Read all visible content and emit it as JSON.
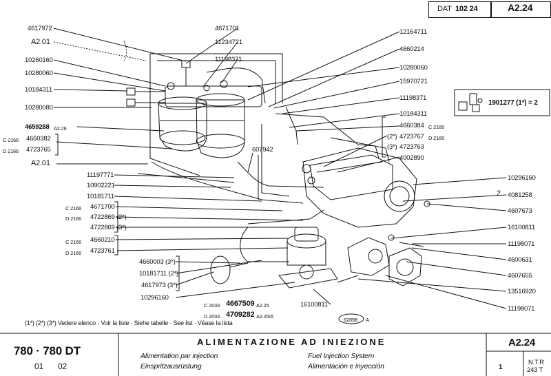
{
  "header": {
    "dat_label": "DAT",
    "dat_number": "102 24",
    "ref": "A2.24"
  },
  "callouts_left": [
    {
      "text": "4617972"
    },
    {
      "text": "A2.01"
    },
    {
      "text": "10260160"
    },
    {
      "text": "10280060"
    },
    {
      "text": "10184311"
    },
    {
      "text": "10280080"
    },
    {
      "text": "4659288",
      "suffix": "A2.26"
    },
    {
      "text": "4660382",
      "prefix": "C 2166"
    },
    {
      "text": "4723765",
      "prefix": "D 2166"
    },
    {
      "text": "A2.01"
    },
    {
      "text": "11197771"
    },
    {
      "text": "10902221"
    },
    {
      "text": "10181711"
    },
    {
      "text": "4671700",
      "prefix": "C 2166"
    },
    {
      "text": "4722869 (2*)",
      "prefix": "D 2166"
    },
    {
      "text": "4722869 (3*)"
    },
    {
      "text": "4660210",
      "prefix": "C 2166"
    },
    {
      "text": "4723761",
      "prefix": "D 2166"
    },
    {
      "text": "4660003 (3*)"
    },
    {
      "text": "10181711 (2*)"
    },
    {
      "text": "4617973 (3*)"
    },
    {
      "text": "10296160"
    }
  ],
  "callouts_top": [
    {
      "text": "4671701"
    },
    {
      "text": "11234721"
    },
    {
      "text": "11198371"
    }
  ],
  "callouts_right": [
    {
      "text": "12164711"
    },
    {
      "text": "4660214"
    },
    {
      "text": "10280060"
    },
    {
      "text": "15970721"
    },
    {
      "text": "11198371"
    },
    {
      "text": "10184311"
    },
    {
      "text": "4660384",
      "suffix": "C 2166"
    },
    {
      "text": "4723767",
      "prefix": "(2*)",
      "suffix": "D 2166"
    },
    {
      "text": "4723763",
      "prefix": "(3*)"
    },
    {
      "text": "4002890"
    },
    {
      "text": "10296160"
    },
    {
      "text": "4081258",
      "prefix": "2"
    },
    {
      "text": "4607673"
    },
    {
      "text": "16100811"
    },
    {
      "text": "11198071"
    },
    {
      "text": "4600631"
    },
    {
      "text": "4607655"
    },
    {
      "text": "13516920"
    },
    {
      "text": "11198071"
    }
  ],
  "callouts_center": {
    "607942": "607942",
    "c2033": {
      "prefix": "C 2033",
      "num": "4667509",
      "suffix": "A2.25"
    },
    "d2033": {
      "prefix": "D 2033",
      "num": "4709282",
      "suffix": "A2.25/A"
    },
    "16100811": "16100811",
    "circle_num": "62898",
    "circle_suffix": "A"
  },
  "kit_box": {
    "text": "1901277 (1*) = 2"
  },
  "footnote": "(1*) (2*) (3*) Vedere elenco · Voir la liste · Siehe tabelle · See list · Véase la lista",
  "footer": {
    "model": "780 · 780 DT",
    "model_sub_1": "01",
    "model_sub_2": "02",
    "title_it": "ALIMENTAZIONE AD INIEZIONE",
    "title_fr": "Alimentation par injection",
    "title_de": "Einspritzausrüstung",
    "title_en": "Fuel Injection System",
    "title_es": "Alimentación e inyección",
    "ref": "A2.24",
    "page": "1",
    "ntr": "N.T.R",
    "ntr_num": "243 T"
  }
}
